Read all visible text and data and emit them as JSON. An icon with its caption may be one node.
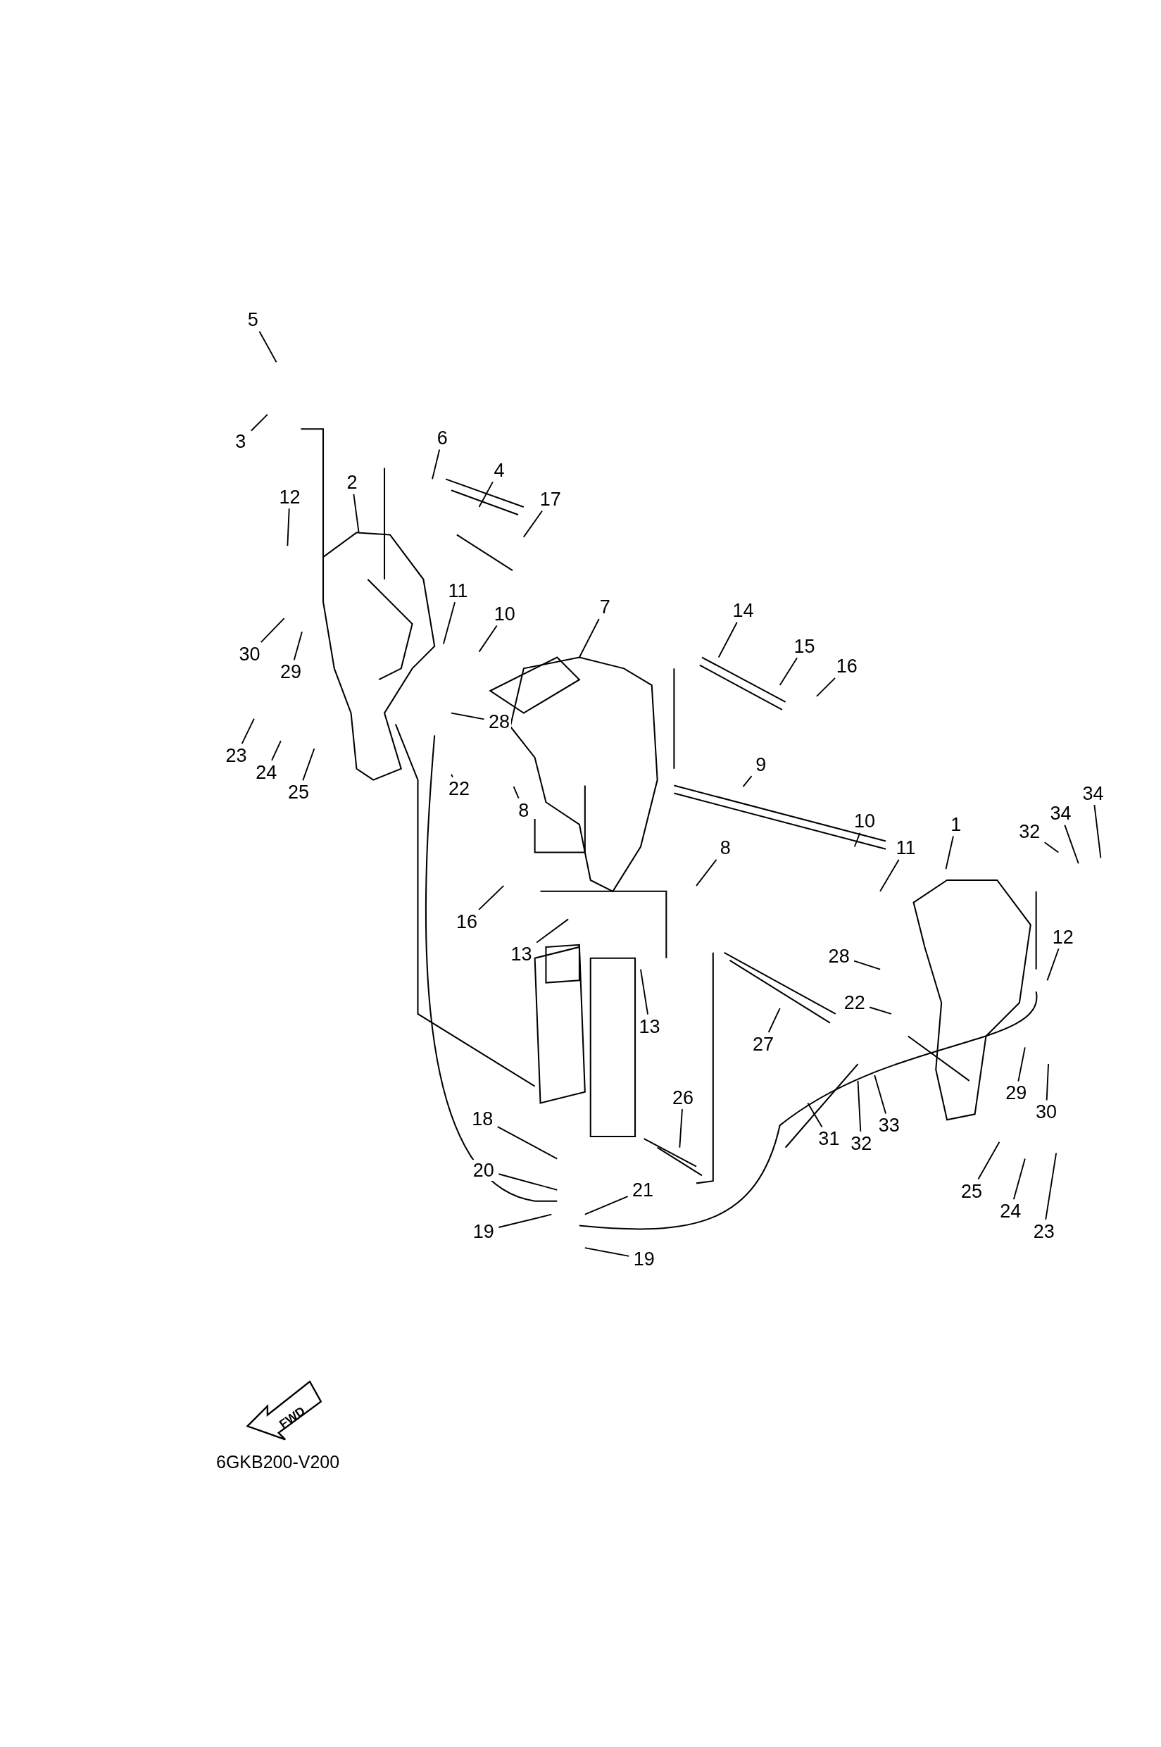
{
  "diagram": {
    "nodes": [
      {
        "text": [
          "5"
        ]
      },
      {
        "text": [
          "3"
        ]
      },
      {
        "text": [
          "6"
        ]
      },
      {
        "text": [
          "4"
        ]
      },
      {
        "text": [
          "17"
        ]
      },
      {
        "text": [
          "2"
        ]
      },
      {
        "text": [
          "12"
        ]
      },
      {
        "text": [
          "11"
        ]
      },
      {
        "text": [
          "10"
        ]
      },
      {
        "text": [
          "7"
        ]
      },
      {
        "text": [
          "14"
        ]
      },
      {
        "text": [
          "15"
        ]
      },
      {
        "text": [
          "16"
        ]
      },
      {
        "text": [
          "30"
        ]
      },
      {
        "text": [
          "29"
        ]
      },
      {
        "text": [
          "23"
        ]
      },
      {
        "text": [
          "24"
        ]
      },
      {
        "text": [
          "28"
        ]
      },
      {
        "text": [
          "25"
        ]
      },
      {
        "text": [
          "22"
        ]
      },
      {
        "text": [
          "8"
        ]
      },
      {
        "text": [
          "9"
        ]
      },
      {
        "text": [
          "10"
        ]
      },
      {
        "text": [
          "11"
        ]
      },
      {
        "text": [
          "1"
        ]
      },
      {
        "text": [
          "32"
        ]
      },
      {
        "text": [
          "34"
        ]
      },
      {
        "text": [
          "34"
        ]
      },
      {
        "text": [
          "8"
        ]
      },
      {
        "text": [
          "16"
        ]
      },
      {
        "text": [
          "13"
        ]
      },
      {
        "text": [
          "13"
        ]
      },
      {
        "text": [
          "28"
        ]
      },
      {
        "text": [
          "12"
        ]
      },
      {
        "text": [
          "22"
        ]
      },
      {
        "text": [
          "27"
        ]
      },
      {
        "text": [
          "29"
        ]
      },
      {
        "text": [
          "30"
        ]
      },
      {
        "text": [
          "18"
        ]
      },
      {
        "text": [
          "26"
        ]
      },
      {
        "text": [
          "31"
        ]
      },
      {
        "text": [
          "32"
        ]
      },
      {
        "text": [
          "33"
        ]
      },
      {
        "text": [
          "20"
        ]
      },
      {
        "text": [
          "21"
        ]
      },
      {
        "text": [
          "19"
        ]
      },
      {
        "text": [
          "19"
        ]
      },
      {
        "text": [
          "25"
        ]
      },
      {
        "text": [
          "24"
        ]
      },
      {
        "text": [
          "23"
        ]
      }
    ],
    "edges": [
      {
        "from": 0,
        "to": null,
        "arrow": "none"
      },
      {
        "from": 1,
        "to": null,
        "arrow": "none"
      },
      {
        "from": 2,
        "to": null,
        "arrow": "none"
      },
      {
        "from": 3,
        "to": null,
        "arrow": "none"
      },
      {
        "from": 4,
        "to": null,
        "arrow": "none"
      },
      {
        "from": 5,
        "to": null,
        "arrow": "none"
      },
      {
        "from": 6,
        "to": null,
        "arrow": "none"
      },
      {
        "from": 7,
        "to": null,
        "arrow": "none"
      },
      {
        "from": 8,
        "to": null,
        "arrow": "none"
      },
      {
        "from": 9,
        "to": null,
        "arrow": "none"
      },
      {
        "from": 10,
        "to": null,
        "arrow": "none"
      },
      {
        "from": 11,
        "to": null,
        "arrow": "none"
      },
      {
        "from": 12,
        "to": null,
        "arrow": "none"
      },
      {
        "from": 13,
        "to": null,
        "arrow": "none"
      },
      {
        "from": 14,
        "to": null,
        "arrow": "none"
      },
      {
        "from": 15,
        "to": null,
        "arrow": "none"
      },
      {
        "from": 16,
        "to": null,
        "arrow": "none"
      },
      {
        "from": 17,
        "to": null,
        "arrow": "none"
      },
      {
        "from": 18,
        "to": null,
        "arrow": "none"
      },
      {
        "from": 19,
        "to": null,
        "arrow": "none"
      },
      {
        "from": 20,
        "to": null,
        "arrow": "none"
      },
      {
        "from": 21,
        "to": null,
        "arrow": "none"
      },
      {
        "from": 22,
        "to": null,
        "arrow": "none"
      },
      {
        "from": 23,
        "to": null,
        "arrow": "none"
      },
      {
        "from": 24,
        "to": null,
        "arrow": "none"
      },
      {
        "from": 25,
        "to": null,
        "arrow": "none"
      },
      {
        "from": 26,
        "to": null,
        "arrow": "none"
      },
      {
        "from": 27,
        "to": null,
        "arrow": "none"
      },
      {
        "from": 28,
        "to": null,
        "arrow": "none"
      },
      {
        "from": 29,
        "to": null,
        "arrow": "none"
      },
      {
        "from": 30,
        "to": null,
        "arrow": "none"
      },
      {
        "from": 31,
        "to": null,
        "arrow": "none"
      },
      {
        "from": 32,
        "to": null,
        "arrow": "none"
      },
      {
        "from": 33,
        "to": null,
        "arrow": "none"
      },
      {
        "from": 34,
        "to": null,
        "arrow": "none"
      },
      {
        "from": 35,
        "to": null,
        "arrow": "none"
      },
      {
        "from": 36,
        "to": null,
        "arrow": "none"
      },
      {
        "from": 37,
        "to": null,
        "arrow": "none"
      },
      {
        "from": 38,
        "to": null,
        "arrow": "none"
      },
      {
        "from": 39,
        "to": null,
        "arrow": "none"
      },
      {
        "from": 40,
        "to": null,
        "arrow": "none"
      },
      {
        "from": 41,
        "to": null,
        "arrow": "none"
      },
      {
        "from": 42,
        "to": null,
        "arrow": "none"
      },
      {
        "from": 43,
        "to": null,
        "arrow": "none"
      },
      {
        "from": 44,
        "to": null,
        "arrow": "none"
      },
      {
        "from": 45,
        "to": null,
        "arrow": "none"
      },
      {
        "from": 46,
        "to": null,
        "arrow": "none"
      },
      {
        "from": 47,
        "to": null,
        "arrow": "none"
      },
      {
        "from": 48,
        "to": null,
        "arrow": "none"
      },
      {
        "from": 49,
        "to": null,
        "arrow": "none"
      }
    ],
    "labels": [
      "FWD",
      "6GKB200-V200"
    ]
  }
}
